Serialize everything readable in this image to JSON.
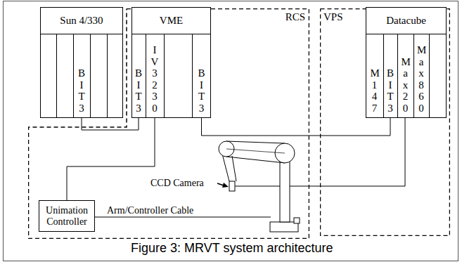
{
  "diagram": {
    "caption": "Figure 3: MRVT system architecture",
    "nodes": [
      {
        "text": [
          "Sun 4/330"
        ]
      },
      {
        "text": [
          "BIT3"
        ],
        "in": 0
      },
      {
        "text": [
          "RCS"
        ]
      },
      {
        "text": [
          "VME"
        ],
        "in": 2
      },
      {
        "text": [
          "BIT3"
        ],
        "in": 3
      },
      {
        "text": [
          "IV3230"
        ],
        "in": 3
      },
      {
        "text": [
          "BIT3"
        ],
        "in": 3
      },
      {
        "text": [
          "Unimation Controller"
        ],
        "in": 2
      },
      {
        "text": [
          "VPS"
        ]
      },
      {
        "text": [
          "Datacube"
        ],
        "in": 8
      },
      {
        "text": [
          "M147"
        ],
        "in": 9
      },
      {
        "text": [
          "BIT3"
        ],
        "in": 9
      },
      {
        "text": [
          "Max20"
        ],
        "in": 9
      },
      {
        "text": [
          "Max860"
        ],
        "in": 9
      }
    ],
    "edges": [
      {
        "from": 1,
        "to": 4,
        "arrow": "none"
      },
      {
        "from": 6,
        "to": 11,
        "arrow": "none"
      },
      {
        "from": 5,
        "to": 7,
        "arrow": "none"
      }
    ],
    "labels": [
      "CCD Camera",
      "Arm/Controller Cable"
    ]
  }
}
